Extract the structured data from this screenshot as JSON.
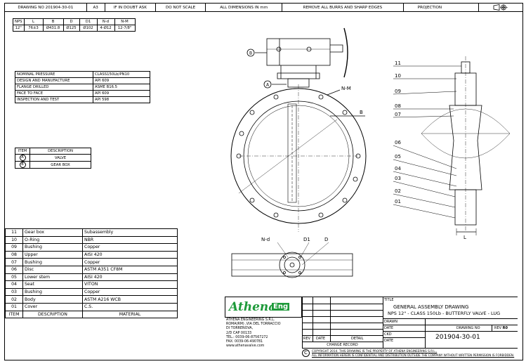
{
  "header": {
    "drawing_no": "DRAWING NO  201904-30-01",
    "size": "A3",
    "doubt": "IF IN DOUBT ASK",
    "scale": "DO NOT SCALE",
    "dims": "ALL DIMENSIONS IN mm",
    "burrs": "REMOVE ALL BURRS AND SHARP EDGES",
    "projection": "PROJECTION"
  },
  "dim_table": {
    "headers": [
      "NPS",
      "L",
      "B",
      "D",
      "D1",
      "N-d",
      "N-M"
    ],
    "row": [
      "12\"",
      "76±3",
      "Ø431.8",
      "Ø125",
      "Ø102",
      "4-Ø12",
      "12-7/8\""
    ]
  },
  "spec_table": [
    [
      "NOMINAL PRESSURE",
      "CLASS150Lb/PN10"
    ],
    [
      "DESIGN AND MANUFACTURE",
      "API 609"
    ],
    [
      "FLANGE DRILLED",
      "ASME B16.5"
    ],
    [
      "FACE TO FACE",
      "API 609"
    ],
    [
      "INSPECTION AND TEST",
      "API 598"
    ]
  ],
  "item_table": {
    "headers": [
      "ITEM",
      "DESCRIPTION"
    ],
    "rows": [
      [
        "A",
        "VALVE"
      ],
      [
        "B",
        "GEAR BOX"
      ]
    ]
  },
  "parts": {
    "rows": [
      [
        "11",
        "Gear box",
        "Subassembly"
      ],
      [
        "10",
        "O-Ring",
        "NBR"
      ],
      [
        "09",
        "Bushing",
        "Copper"
      ],
      [
        "08",
        "Upper",
        "AISI 420"
      ],
      [
        "07",
        "Bushing",
        "Copper"
      ],
      [
        "06",
        "Disc",
        "ASTM A351 CF8M"
      ],
      [
        "05",
        "Lower stem",
        "AISI 420"
      ],
      [
        "04",
        "Seat",
        "VITON"
      ],
      [
        "03",
        "Bushing",
        "Copper"
      ],
      [
        "02",
        "Body",
        "ASTM A216 WCB"
      ],
      [
        "01",
        "Cover",
        "C.S."
      ]
    ],
    "footer": [
      "ITEM",
      "DESCRIPTION",
      "MATERIAL"
    ]
  },
  "labels": {
    "b_circle": "B",
    "a_circle": "A",
    "nm": "N-M",
    "b": "B",
    "nd": "N-d",
    "d1": "D1",
    "d": "D",
    "l": "L",
    "callouts": [
      "11",
      "10",
      "09",
      "08",
      "07",
      "06",
      "05",
      "04",
      "03",
      "02",
      "01"
    ]
  },
  "title_block": {
    "logo_main": "Athena",
    "logo_sub": "Eng",
    "address": [
      "ATHENA ENGINEERING S.R.L.",
      "ROMA(RM) ,VIA DEL TORRACCIO",
      "DI TORRENOVA,",
      "2/D CAP 00133",
      "TEL.: 0039-06-87567272",
      "FAX: 0039-06-490781",
      "www.athenavalve.com"
    ],
    "rev": "REV",
    "date": "DATE",
    "detail": "DETAIL",
    "change_record": "CHANGE RECORD",
    "title_label": "TITLE",
    "title1": "GENERAL ASSEMBLY DRAWING",
    "title2": "NPS 12\" - CLASS 150Lb - BUTTERFLY VALVE - LUG",
    "drawn": "DRAWN",
    "ckd": "CKD",
    "drawing_no_label": "DRAWING NO",
    "rev_label": "REV",
    "rev_value": "R0",
    "drawing_no": "201904-30-01",
    "copyright1": "COPYRIGHT 2014. THIS DRAWING IS THE PROPERTY OF ATHENA ENGINEERING S.R.L.,",
    "copyright2": "ALL INFORMATION HEREIN IS CONFIDENTIAL AND DISTRIBUTION OUTSIDE THE COMPANY WITHOUT WRITTEN PERMISSION IS FORBIDDEN.",
    "copyright_mark": "C"
  },
  "colors": {
    "logo_green": "#1e9a3a"
  }
}
